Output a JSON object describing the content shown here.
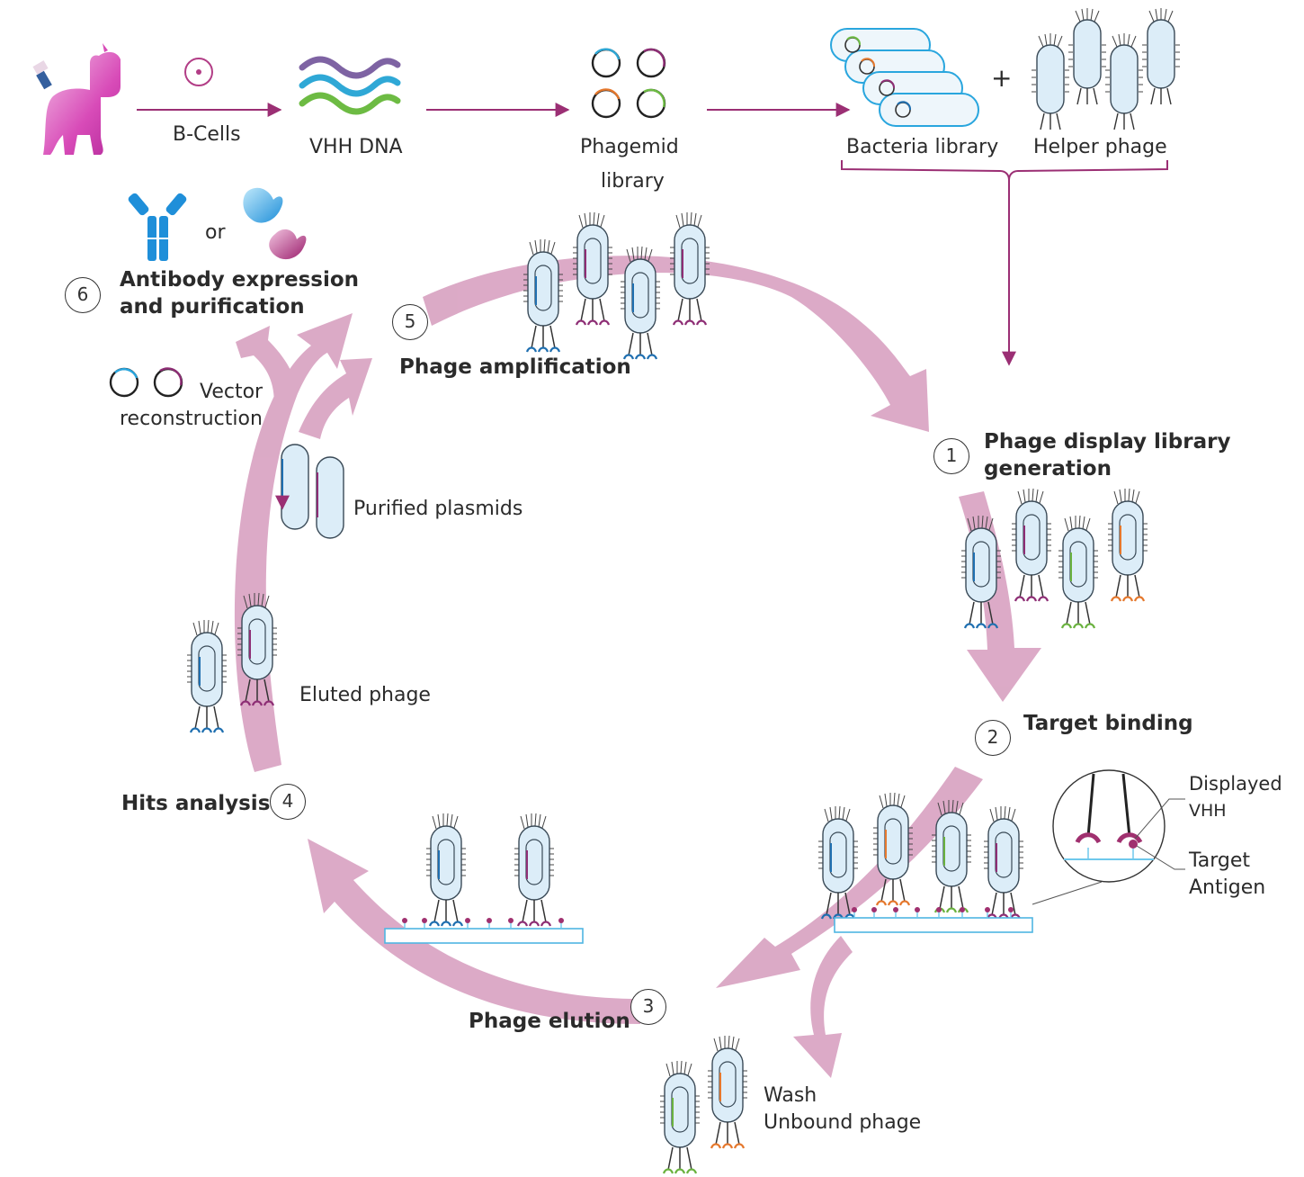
{
  "top_row": {
    "bcells_label": "B-Cells",
    "vhh_label": "VHH DNA",
    "phagemid_label_1": "Phagemid",
    "phagemid_label_2": "library",
    "bacteria_label": "Bacteria library",
    "helper_label": "Helper phage",
    "plus": "+"
  },
  "steps": [
    {
      "num": "1",
      "title_1": "Phage display library",
      "title_2": "generation"
    },
    {
      "num": "2",
      "title_1": "Target binding"
    },
    {
      "num": "3",
      "title_1": "Phage elution"
    },
    {
      "num": "4",
      "title_1": "Hits analysis"
    },
    {
      "num": "5",
      "title_1": "Phage amplification"
    },
    {
      "num": "6",
      "title_1": "Antibody expression",
      "title_2": "and purification"
    }
  ],
  "side_labels": {
    "or": "or",
    "vector_1": "Vector",
    "vector_2": "reconstruction",
    "purified": "Purified plasmids",
    "eluted": "Eluted phage",
    "wash_1": "Wash",
    "wash_2": "Unbound phage",
    "displayed_1": "Displayed",
    "displayed_2": "VHH",
    "target_1": "Target",
    "target_2": "Antigen"
  },
  "colors": {
    "arrow_pink": "#d9a3c2",
    "arrow_dark": "#c07aa2",
    "magenta": "#a0306f",
    "line_purple": "#9b2f74",
    "phage_fill": "#dcedf8",
    "phage_stroke": "#3a4a57",
    "blue": "#1f6fb0",
    "purple": "#8e2e75",
    "orange": "#e5782d",
    "green": "#6ab23f",
    "cyan": "#29a6de",
    "dna_purple": "#7e63a3",
    "dna_teal": "#2fa8d6",
    "dna_green": "#6dbb43"
  }
}
